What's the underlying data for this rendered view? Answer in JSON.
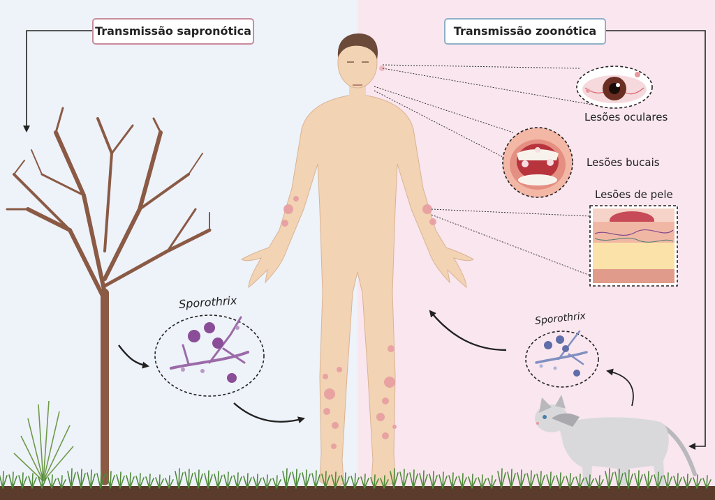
{
  "transmission": {
    "sapronotic": "Transmissão sapronótica",
    "zoonotic": "Transmissão zoonótica"
  },
  "lesions": {
    "ocular": "Lesões oculares",
    "oral": "Lesões bucais",
    "skin": "Lesões de pele"
  },
  "fungus": {
    "name_left": "Sporothrix",
    "name_right": "Sporothrix"
  },
  "colors": {
    "left_background": "#eef2f9",
    "right_background": "#f9e6ef",
    "skin": "#f2d3b3",
    "lesion": "#e79aa0",
    "fungus_left": "#9b6aa8",
    "fungus_right": "#7f8fc0",
    "tree": "#8a5a45",
    "grass": "#4f8a3a",
    "soil": "#5a3b2c"
  }
}
